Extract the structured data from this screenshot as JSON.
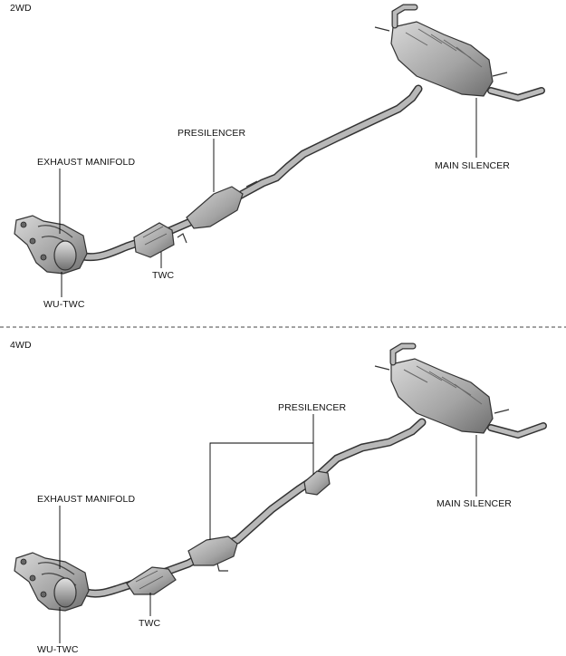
{
  "sections": [
    {
      "title": "2WD",
      "labels": {
        "presilencer": "PRESILENCER",
        "exhaust_manifold": "EXHAUST MANIFOLD",
        "main_silencer": "MAIN SILENCER",
        "twc": "TWC",
        "wu_twc": "WU-TWC"
      }
    },
    {
      "title": "4WD",
      "labels": {
        "presilencer": "PRESILENCER",
        "exhaust_manifold": "EXHAUST MANIFOLD",
        "main_silencer": "MAIN SILENCER",
        "twc": "TWC",
        "wu_twc": "WU-TWC"
      }
    }
  ],
  "colors": {
    "part_fill": "#b5b5b5",
    "part_shade": "#8a8a8a",
    "outline": "#333333",
    "leader": "#000000",
    "divider": "#444444"
  }
}
